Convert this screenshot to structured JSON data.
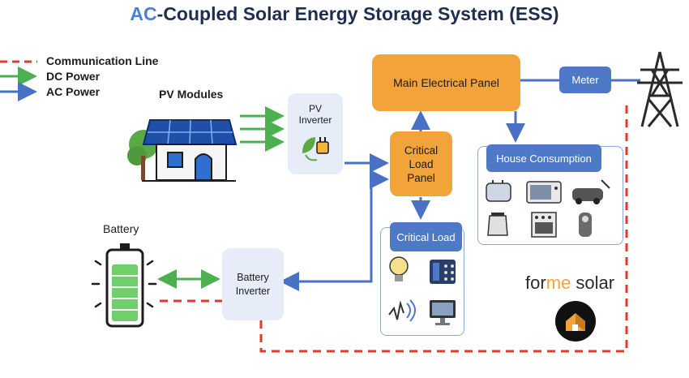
{
  "title": {
    "accent": "AC",
    "rest": "-Coupled Solar Energy Storage System (ESS)"
  },
  "legend": [
    {
      "label": "Communication Line",
      "color": "#e03a2e",
      "style": "dashed"
    },
    {
      "label": "DC Power",
      "color": "#4caf50",
      "style": "arrow"
    },
    {
      "label": "AC Power",
      "color": "#4a72c4",
      "style": "arrow"
    }
  ],
  "nodes": {
    "pv_modules": "PV Modules",
    "pv_inverter": "PV Inverter",
    "critical_load_panel": "Critical Load Panel",
    "main_panel": "Main Electrical Panel",
    "meter": "Meter",
    "house_consumption": "House Consumption",
    "critical_load": "Critical Load",
    "battery": "Battery",
    "battery_inverter": "Battery Inverter"
  },
  "house_appliances": [
    "toaster",
    "microwave",
    "electric-car",
    "kettle",
    "stove",
    "shaver"
  ],
  "critical_appliances": [
    "light-bulb",
    "security-panel",
    "wifi-router",
    "monitor"
  ],
  "brand": {
    "pre": "for",
    "mid": "me",
    "post": " solar"
  },
  "colors": {
    "orange": "#f2a33a",
    "blue": "#4d79c7",
    "green": "#4caf50",
    "red": "#e03a2e",
    "navy": "#1f2d4e"
  }
}
